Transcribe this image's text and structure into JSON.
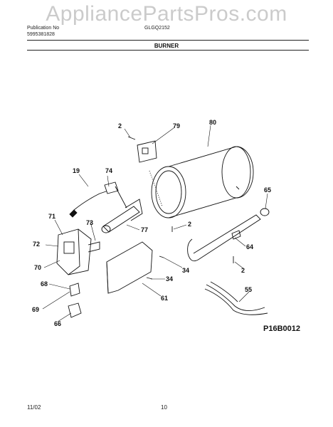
{
  "watermark": "AppliancePartsPros.com",
  "header": {
    "publication_label": "Publication No",
    "publication_no": "5995381828",
    "model": "GLGQ2152",
    "section": "BURNER"
  },
  "diagram_code": "P16B0012",
  "footer": {
    "date": "11/02",
    "page": "10"
  },
  "callouts": {
    "c2a": "2",
    "c79": "79",
    "c80": "80",
    "c19": "19",
    "c74": "74",
    "c65": "65",
    "c71": "71",
    "c73": "73",
    "c77": "77",
    "c2b": "2",
    "c72": "72",
    "c64": "64",
    "c70": "70",
    "c34a": "34",
    "c2c": "2",
    "c34b": "34",
    "c68": "68",
    "c61": "61",
    "c55": "55",
    "c69": "69",
    "c66": "66"
  }
}
